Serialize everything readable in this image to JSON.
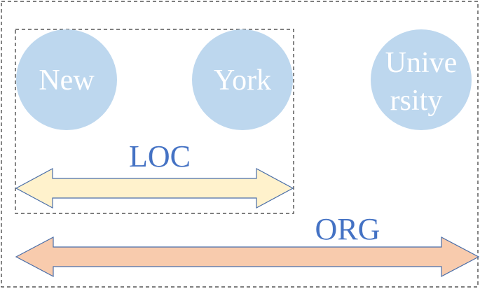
{
  "tokens": {
    "new": "New",
    "york": "York",
    "university_line1": "Unive",
    "university_line2": "rsity"
  },
  "entities": {
    "loc": "LOC",
    "org": "ORG"
  },
  "colors": {
    "token_fill": "#bdd7ee",
    "token_text": "#ffffff",
    "label_text": "#4472c4",
    "loc_arrow_fill": "#fff2cc",
    "org_arrow_fill": "#f8cbad",
    "arrow_stroke": "#4a6ea8",
    "dashed_border": "#333333"
  }
}
